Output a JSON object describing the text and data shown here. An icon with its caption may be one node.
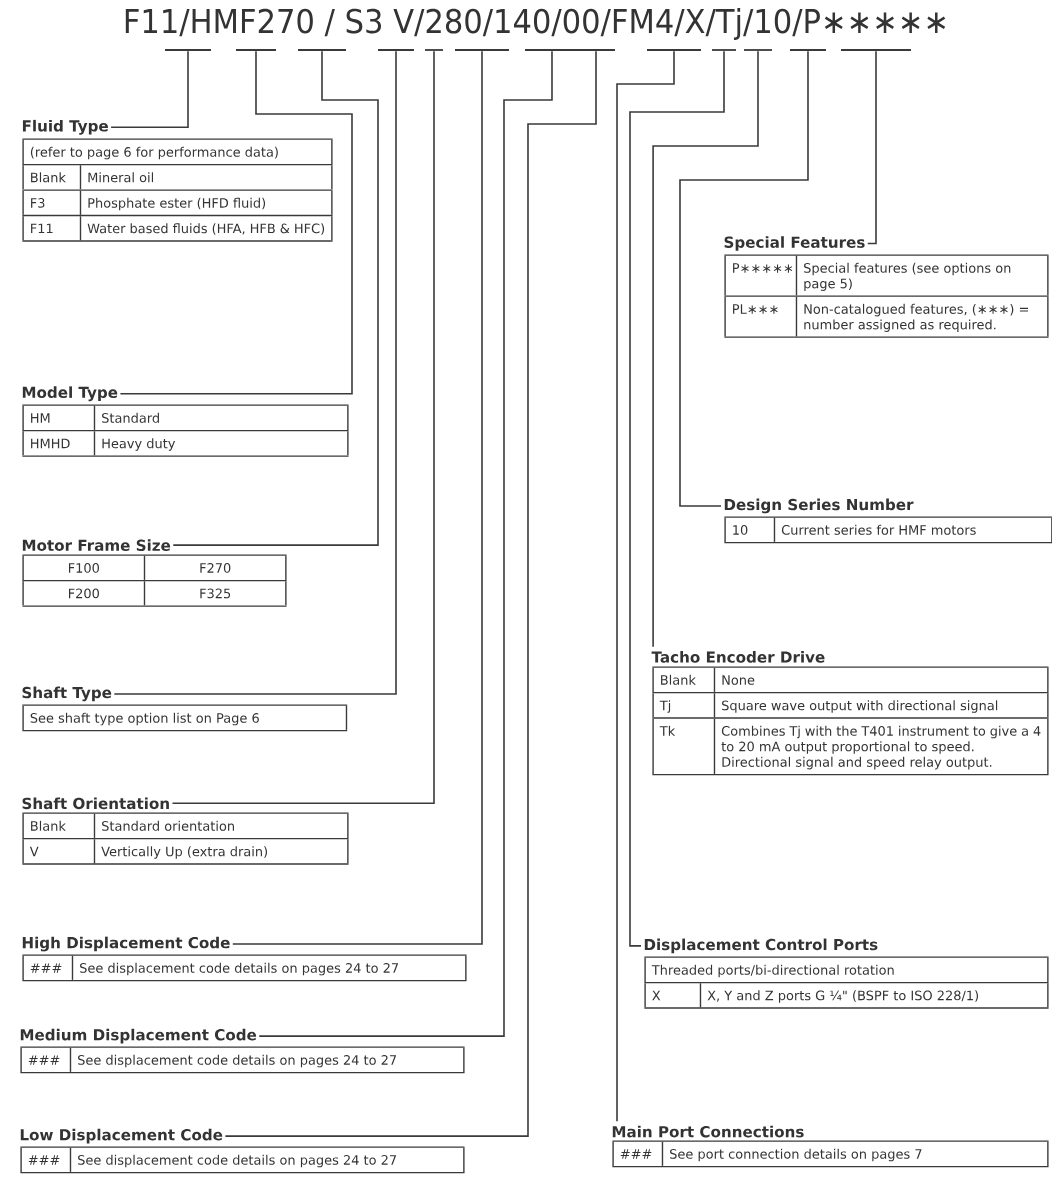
{
  "diagram": {
    "title": "F11/HMF270 / S3 V/280/140/00/FM4/X/Tj/10/P∗∗∗∗∗",
    "nodes": [
      {
        "text": [],
        "shape": "bar"
      },
      {
        "text": [],
        "shape": "bar"
      },
      {
        "text": [],
        "shape": "bar"
      },
      {
        "text": [],
        "shape": "bar"
      },
      {
        "text": [],
        "shape": "bar"
      },
      {
        "text": [],
        "shape": "bar"
      },
      {
        "text": [],
        "shape": "bar"
      },
      {
        "text": [],
        "shape": "bar"
      },
      {
        "text": [],
        "shape": "bar"
      },
      {
        "text": [],
        "shape": "bar"
      },
      {
        "text": [],
        "shape": "bar"
      },
      {
        "text": [],
        "shape": "bar"
      },
      {
        "text": [],
        "shape": "bar"
      },
      {
        "text": [
          "Fluid Type",
          "(refer to page 6 for performance data)",
          "Blank",
          "Mineral oil",
          "F3",
          "Phosphate ester (HFD fluid)",
          "F11",
          "Water based fluids (HFA, HFB & HFC)"
        ]
      },
      {
        "text": [
          "Model Type",
          "HM",
          "Standard",
          "HMHD",
          "Heavy duty"
        ]
      },
      {
        "text": [
          "Motor Frame Size",
          "F100",
          "F270",
          "F200",
          "F325"
        ]
      },
      {
        "text": [
          "Shaft Type",
          "See shaft type option list on Page 6"
        ]
      },
      {
        "text": [
          "Shaft Orientation",
          "Blank",
          "Standard orientation",
          "V",
          "Vertically Up (extra drain)"
        ]
      },
      {
        "text": [
          "High Displacement Code",
          "###",
          "See displacement code details on pages 24 to 27"
        ]
      },
      {
        "text": [
          "Medium Displacement Code",
          "###",
          "See displacement code details on pages 24 to 27"
        ]
      },
      {
        "text": [
          "Low Displacement Code",
          "###",
          "See displacement code details on pages 24 to 27"
        ]
      },
      {
        "text": [
          "Special Features",
          "P∗∗∗∗∗",
          "Special features (see options on page 5)",
          "PL∗∗∗",
          "Non-catalogued features, (∗∗∗) = number assigned as required."
        ]
      },
      {
        "text": [
          "Design Series Number",
          "10",
          "Current series for HMF motors"
        ]
      },
      {
        "text": [
          "Tacho Encoder Drive",
          "Blank",
          "None",
          "Tj",
          "Square wave output with directional signal",
          "Tk",
          "Combines Tj with the T401 instrument to give a 4 to 20 mA output proportional to speed. Directional signal and speed relay output."
        ]
      },
      {
        "text": [
          "Displacement Control Ports",
          "Threaded ports/bi-directional rotation",
          "X",
          "X, Y and Z ports G ¼\" (BSPF to ISO 228/1)"
        ]
      },
      {
        "text": [
          "Main Port Connections",
          "###",
          "See port connection details on pages 7"
        ]
      }
    ],
    "edges": [
      {
        "from": 0,
        "to": 13,
        "arrow": "none"
      },
      {
        "from": 1,
        "to": 14,
        "arrow": "none"
      },
      {
        "from": 2,
        "to": 15,
        "arrow": "none"
      },
      {
        "from": 3,
        "to": 16,
        "arrow": "none"
      },
      {
        "from": 4,
        "to": 17,
        "arrow": "none"
      },
      {
        "from": 5,
        "to": 18,
        "arrow": "none"
      },
      {
        "from": 6,
        "to": 19,
        "arrow": "none"
      },
      {
        "from": 7,
        "to": 20,
        "arrow": "none"
      },
      {
        "from": 8,
        "to": 25,
        "arrow": "none"
      },
      {
        "from": 9,
        "to": 24,
        "arrow": "none"
      },
      {
        "from": 10,
        "to": 23,
        "arrow": "none"
      },
      {
        "from": 11,
        "to": 22,
        "arrow": "none"
      },
      {
        "from": 12,
        "to": 21,
        "arrow": "none"
      }
    ]
  }
}
